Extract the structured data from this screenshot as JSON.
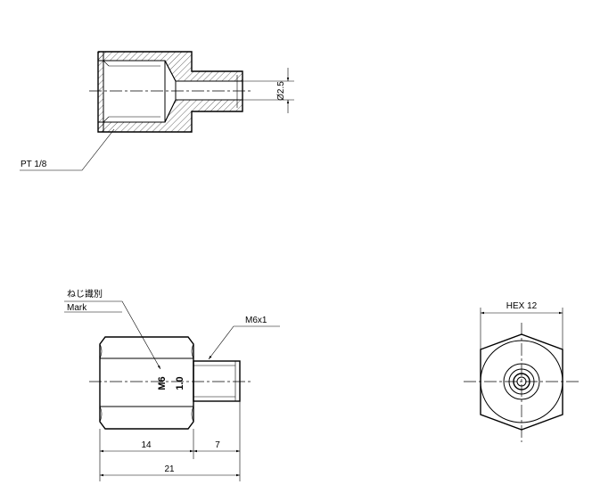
{
  "section_view": {
    "thread_label": "PT 1/8",
    "bore_dim": "Ø2.5"
  },
  "side_view": {
    "mark_label_jp": "ねじ識別",
    "mark_label_en": "Mark",
    "thread_callout": "M6x1",
    "body_mark_line1": "M6",
    "body_mark_line2": "1.0",
    "dim_body_length": "14",
    "dim_stem_length": "7",
    "dim_total_length": "21"
  },
  "end_view": {
    "hex_label": "HEX 12"
  }
}
